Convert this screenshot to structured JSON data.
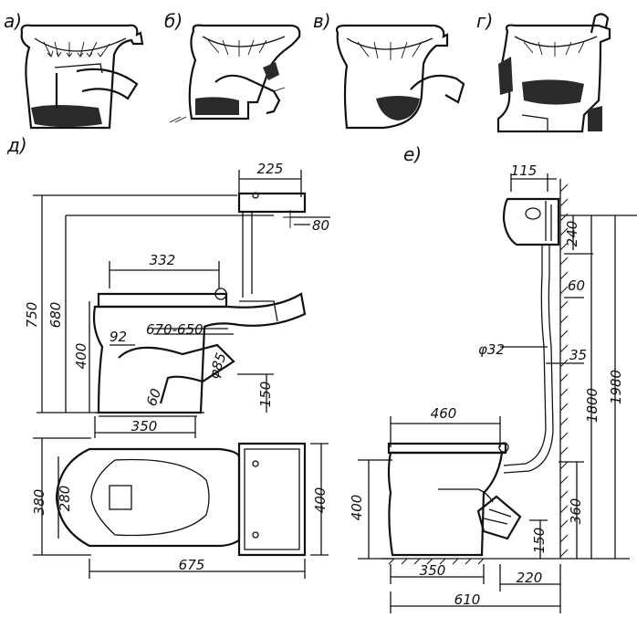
{
  "figure_labels": {
    "a": "а)",
    "b": "б)",
    "v": "в)",
    "g": "г)",
    "d": "д)",
    "e": "е)"
  },
  "dims_d": {
    "tank_width": "225",
    "tank_offset": "80",
    "seat_length": "332",
    "height_total": "750",
    "height_tank": "680",
    "height_bowl": "400",
    "outlet_range": "670-650",
    "outlet_x": "92",
    "outlet_diam": "φ85",
    "outlet_angle": "60",
    "outlet_height": "150",
    "base_length": "350",
    "plan_width": "380",
    "plan_inner_width": "280",
    "plan_tank_width": "400",
    "plan_length": "675"
  },
  "dims_e": {
    "tank_width": "115",
    "tank_height": "240",
    "pipe_offset": "60",
    "pipe_diam": "φ32",
    "pipe_offset2": "35",
    "height_total": "1980",
    "height_pipe": "1800",
    "seat_length": "460",
    "bowl_height": "400",
    "outlet_height": "360",
    "outlet_150": "150",
    "base_length": "350",
    "wall_offset": "220",
    "total_length": "610"
  }
}
